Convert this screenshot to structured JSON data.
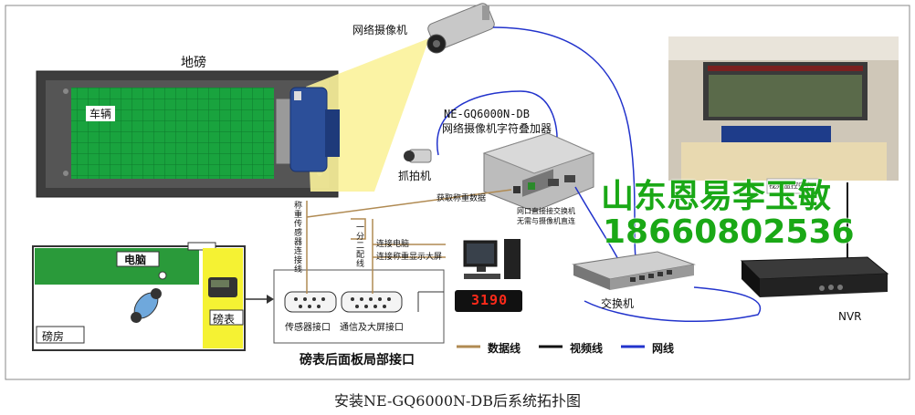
{
  "labels": {
    "weighbridge": "地磅",
    "vehicle": "车辆",
    "network_camera": "网络摄像机",
    "snapshot_camera": "抓拍机",
    "overlay_model": "NE-GQ6000N-DB",
    "overlay_name": "网络摄像机字符叠加器",
    "get_weight_data": "获取称重数据",
    "weight_sensor_line": "称重传感器连接线",
    "splitter": "一分二配线",
    "connect_pc": "连接电脑",
    "connect_display": "连接称重显示大屏",
    "lan_note_1": "网口直接接交换机",
    "lan_note_2": "无需与摄像机直连",
    "computer": "电脑",
    "weigh_house": "磅房",
    "indicator": "磅表",
    "sensor_port": "传感器接口",
    "comm_port": "通信及大屏接口",
    "rear_panel": "磅表后面板局部接口",
    "switch": "交换机",
    "nvr": "NVR",
    "big_display_value": "3190",
    "video_wall_title": "视频监控中心"
  },
  "legend": [
    {
      "label": "数据线",
      "color": "#b08a52"
    },
    {
      "label": "视频线",
      "color": "#111111"
    },
    {
      "label": "网线",
      "color": "#2233cc"
    }
  ],
  "watermark": {
    "line1": "山东恩易李玉敏",
    "line2": "18660802536",
    "color": "#1aa816"
  },
  "caption": "安装NE-GQ6000N-DB后系统拓扑图",
  "colors": {
    "scale_dark": "#4a4a4a",
    "scale_green": "#14a03c",
    "house_green": "#2a9a3a",
    "indicator_yellow": "#f5f233",
    "beam_yellow": "#fbf29a",
    "network_blue": "#2233cc",
    "data_brown": "#b08a52"
  }
}
